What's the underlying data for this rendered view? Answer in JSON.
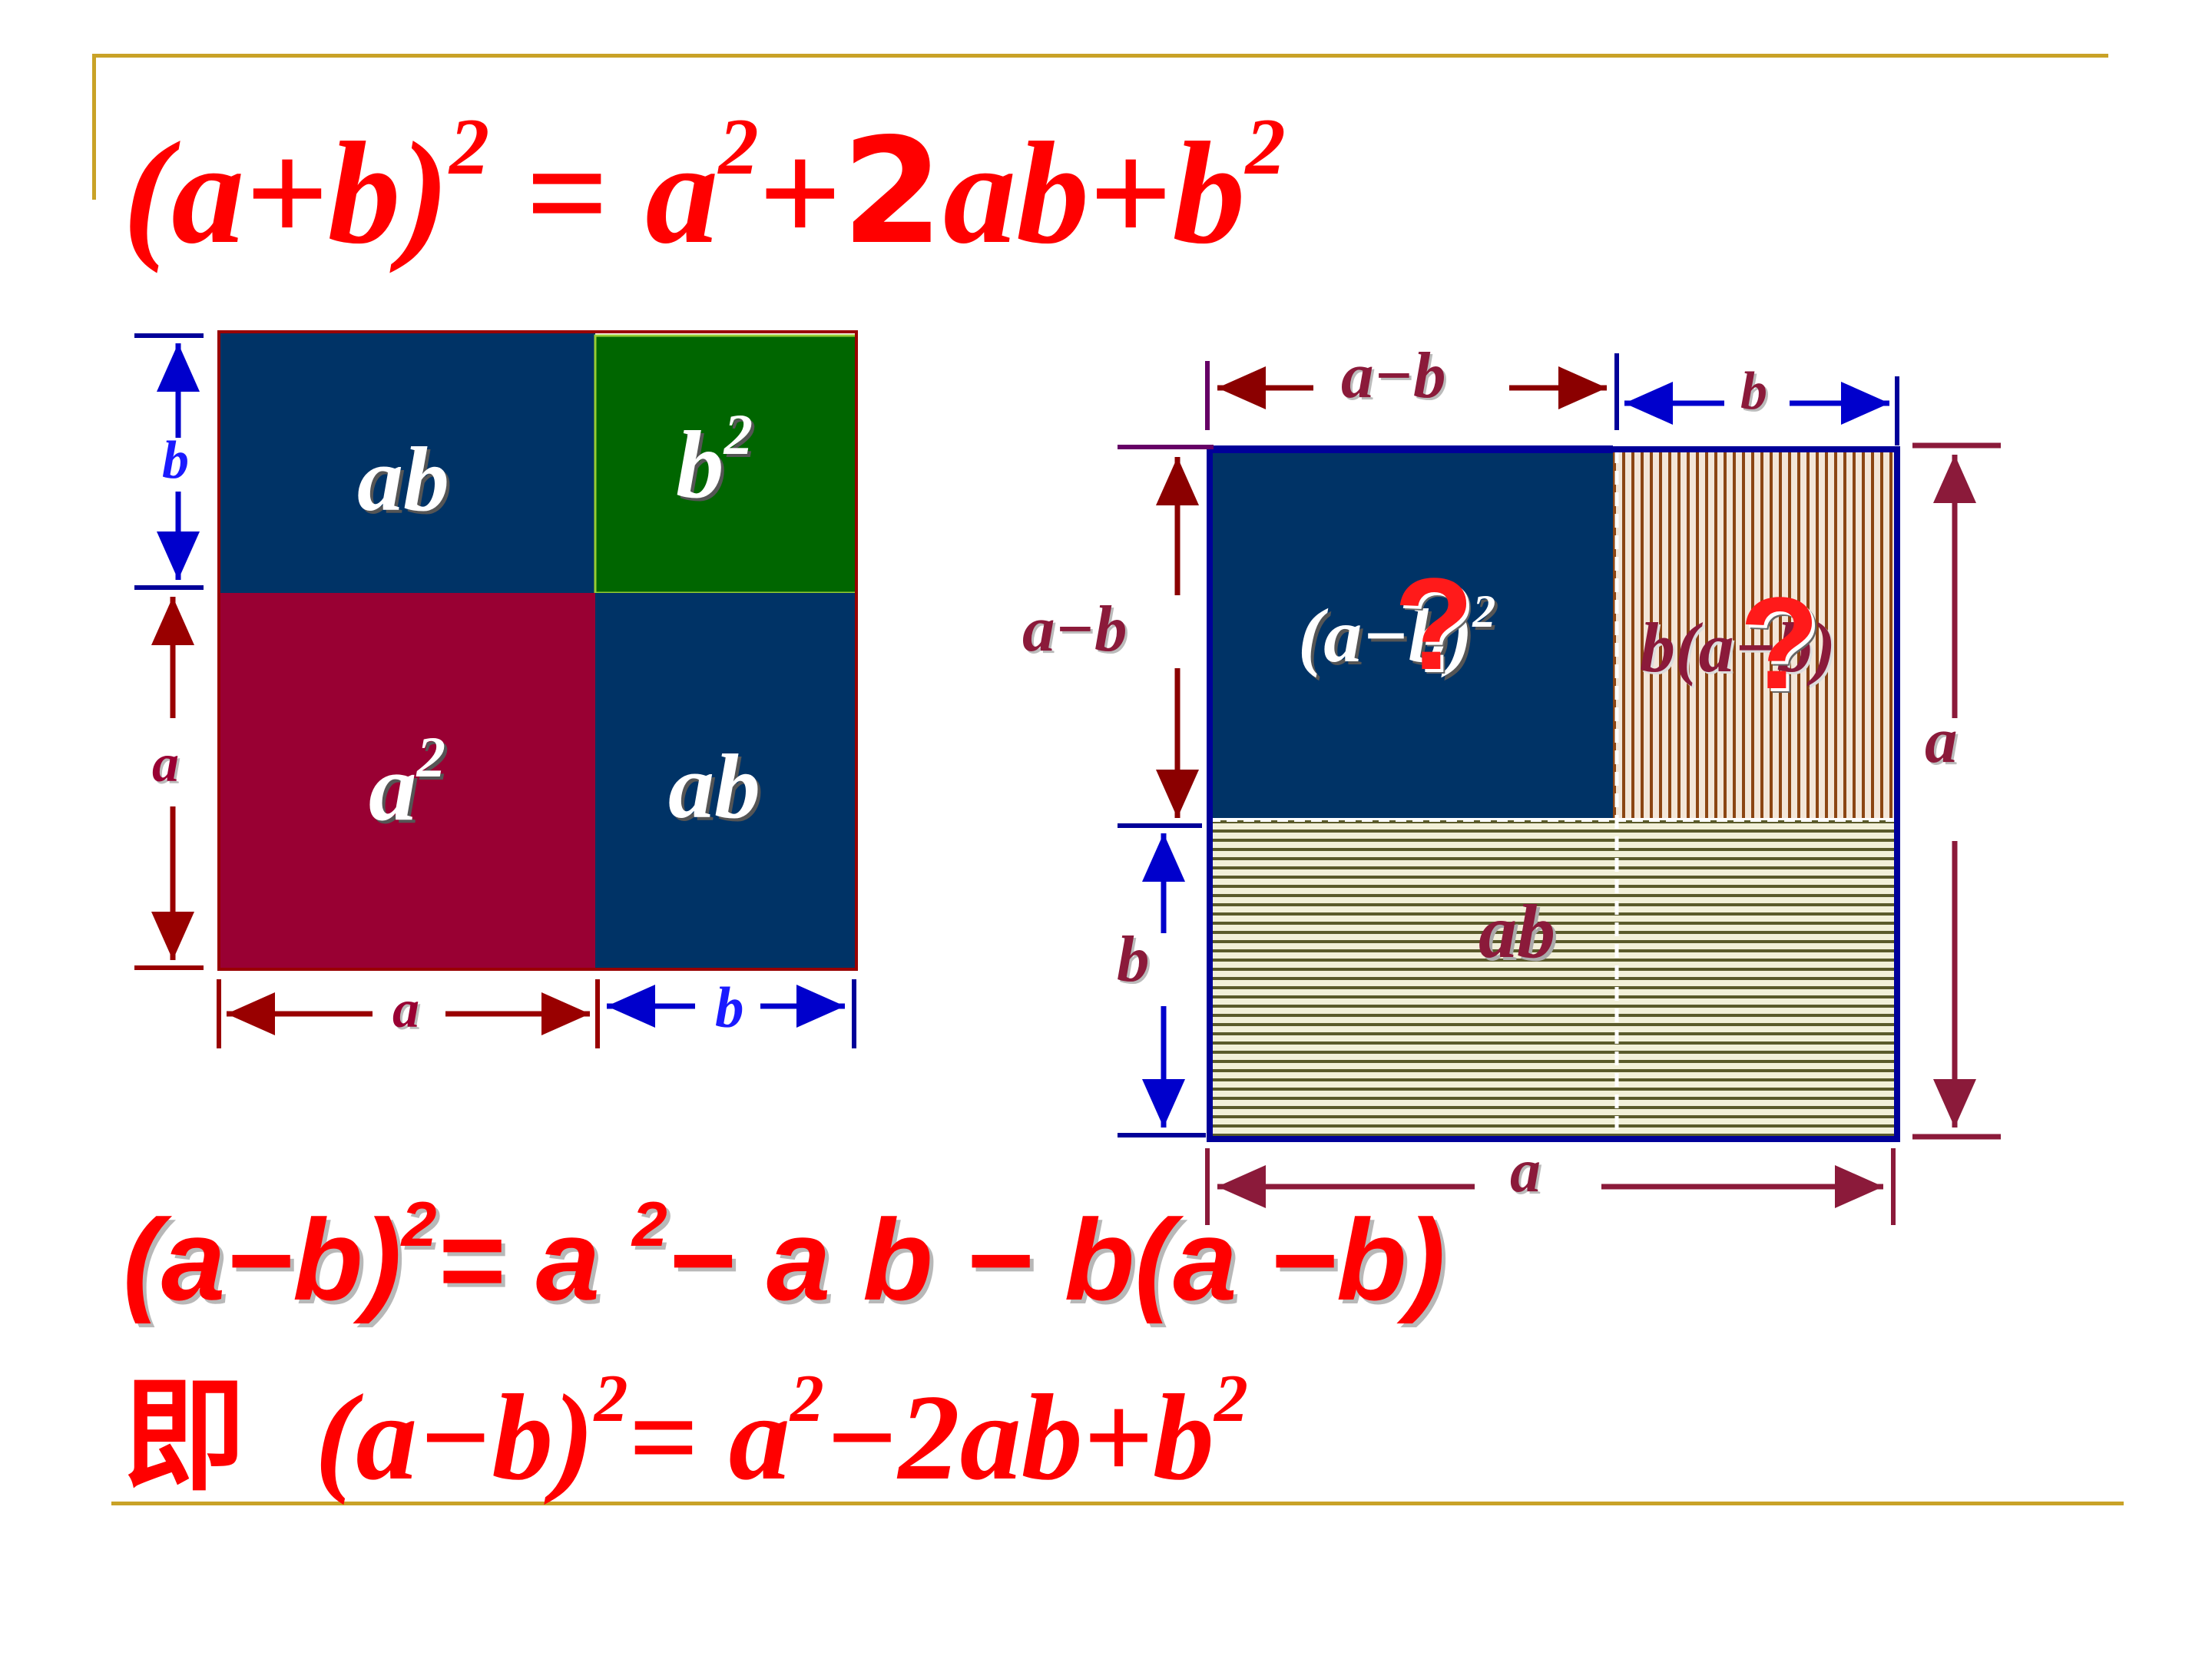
{
  "header_formula": {
    "lhs": "(a+b)",
    "lhs_exp": "2",
    "eq": "=",
    "a": "a",
    "a_exp": "2",
    "plus1": "+",
    "coef": "2",
    "ab": "ab",
    "plus2": "+",
    "b": "b",
    "b_exp": "2"
  },
  "left_square": {
    "cells": {
      "top_left": "ab",
      "top_right_base": "b",
      "top_right_exp": "2",
      "bottom_left_base": "a",
      "bottom_left_exp": "2",
      "bottom_right": "ab"
    },
    "dims": {
      "left_top": "b",
      "left_bottom": "a",
      "bottom_left": "a",
      "bottom_right": "b"
    }
  },
  "right_square": {
    "cells": {
      "top_left_base": "(a−b)",
      "top_left_exp": "2",
      "top_right": "b(a−b)",
      "bottom": "ab",
      "question": "?"
    },
    "dims": {
      "top_left": "a−b",
      "top_right": "b",
      "left_top": "a−b",
      "left_bottom": "b",
      "right": "a",
      "bottom": "a"
    }
  },
  "formula_1": {
    "lhs": "(a−b)",
    "lhs_exp": "2",
    "rhs_pre": "= a ",
    "rhs_exp": "2",
    "rhs_post": "− a b − b(a −b)"
  },
  "formula_2": {
    "prefix": "即",
    "lhs": "(a−b)",
    "lhs_exp": "2",
    "rhs_pre": "= a",
    "rhs_exp": "2",
    "rhs_mid": "−2ab+b",
    "rhs_exp2": "2"
  },
  "colors": {
    "navy": "#003366",
    "crimson": "#990033",
    "green": "#006600",
    "red": "#ff0000",
    "gold": "#c9a227"
  }
}
